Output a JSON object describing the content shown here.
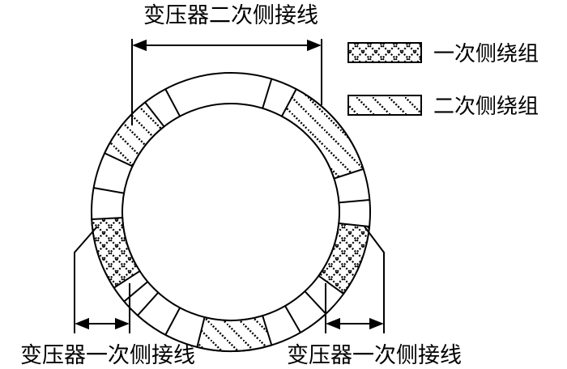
{
  "labels": {
    "top": "变压器二次侧接线",
    "bottom_left": "变压器一次侧接线",
    "bottom_right": "变压器一次侧接线"
  },
  "legend": {
    "primary": "一次侧绕组",
    "secondary": "二次侧绕组"
  }
}
